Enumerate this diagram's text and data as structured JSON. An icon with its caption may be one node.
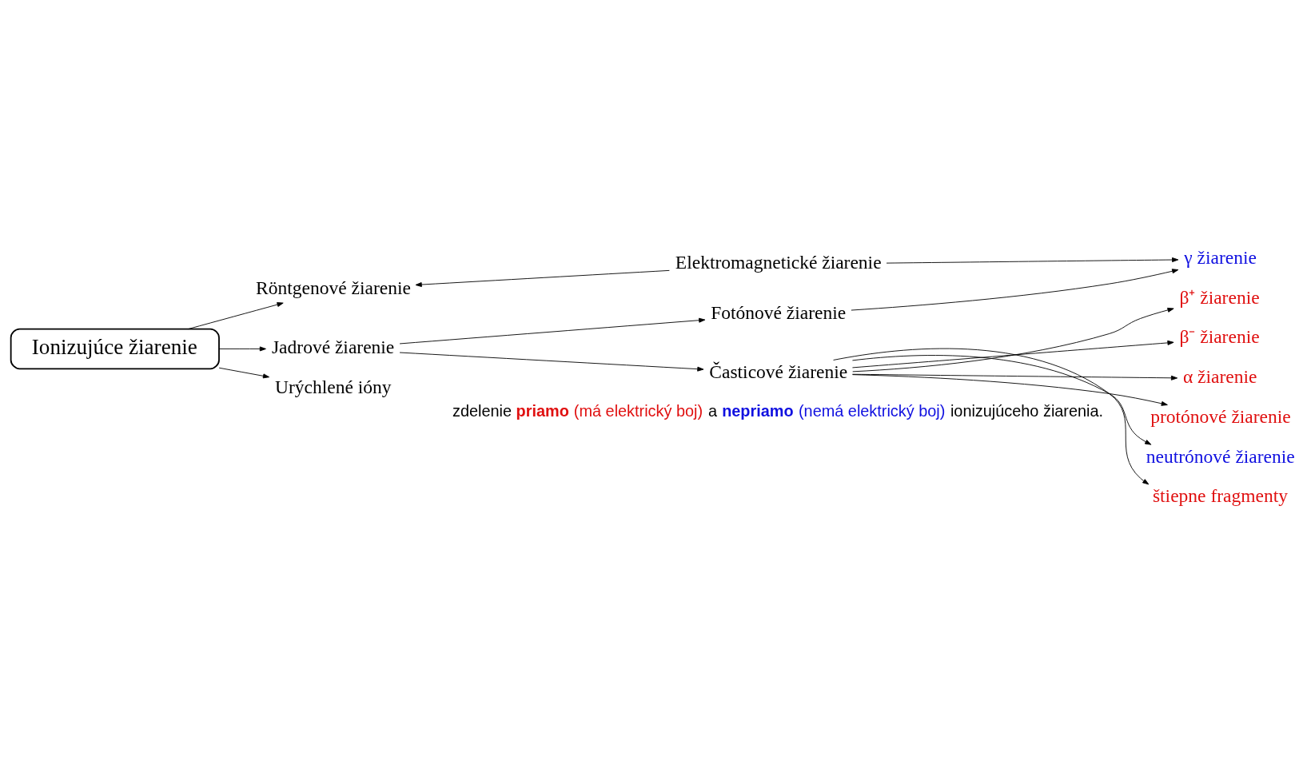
{
  "diagram": {
    "nodes": [
      {
        "text": [
          "Ionizujúce žiarenie"
        ]
      },
      {
        "text": [
          "Röntgenové žiarenie"
        ]
      },
      {
        "text": [
          "Elektromagnetické žiarenie"
        ]
      },
      {
        "text": [
          "Jadrové žiarenie"
        ]
      },
      {
        "text": [
          "Fotónové žiarenie"
        ]
      },
      {
        "text": [
          "γ žiarenie"
        ]
      },
      {
        "text": [
          "Urýchlené ióny"
        ]
      },
      {
        "text": [
          "Časticové žiarenie"
        ]
      },
      {
        "text": [
          "β⁺ žiarenie"
        ]
      },
      {
        "text": [
          "β⁻ žiarenie"
        ]
      },
      {
        "text": [
          "α žiarenie"
        ]
      },
      {
        "text": [
          "protónové žiarenie"
        ]
      },
      {
        "text": [
          "neutrónové žiarenie"
        ]
      },
      {
        "text": [
          "štiepne fragmenty"
        ]
      }
    ],
    "edges": [
      {
        "from": 0,
        "to": 1,
        "arrow": "to"
      },
      {
        "from": 0,
        "to": 3,
        "arrow": "to"
      },
      {
        "from": 0,
        "to": 6,
        "arrow": "to"
      },
      {
        "from": 2,
        "to": 1,
        "arrow": "to"
      },
      {
        "from": 2,
        "to": 5,
        "arrow": "to"
      },
      {
        "from": 3,
        "to": 4,
        "arrow": "to"
      },
      {
        "from": 3,
        "to": 7,
        "arrow": "to"
      },
      {
        "from": 4,
        "to": 5,
        "arrow": "to"
      },
      {
        "from": 7,
        "to": 8,
        "arrow": "to"
      },
      {
        "from": 7,
        "to": 9,
        "arrow": "to"
      },
      {
        "from": 7,
        "to": 10,
        "arrow": "to"
      },
      {
        "from": 7,
        "to": 11,
        "arrow": "to"
      },
      {
        "from": 7,
        "to": 12,
        "arrow": "to"
      },
      {
        "from": 7,
        "to": 13,
        "arrow": "to"
      }
    ],
    "labels": [
      "zdelenie **priamo** (má elektrický boj) a **nepriamo** (nemá elektrický boj) ionizujúceho žiarenia."
    ]
  }
}
